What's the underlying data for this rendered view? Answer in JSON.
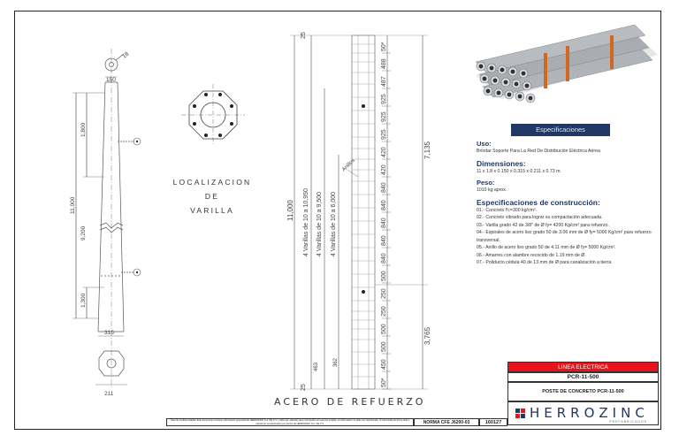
{
  "drawing": {
    "localizacion_lines": [
      "LOCALIZACION",
      "DE",
      "VARILLA"
    ],
    "acero_title": "ACERO DE REFUERZO",
    "pole_dims": {
      "hole_dim": "18",
      "top_width": "150",
      "seg_top": "1,800",
      "total_length": "11,000",
      "seg_mid": "9,200",
      "seg_bottom": "1,300",
      "base_width": "315",
      "bottom_width": "211"
    },
    "rebar": {
      "total_length": "11,000",
      "bars": [
        "4 Varillas de 10 a 10,950",
        "4 Varillas de 10 a 9,500",
        "4 Varillas de 10 a 6,000"
      ],
      "anillos_label": "Anillos",
      "top_offset": "25",
      "bottom_offset": "25",
      "low_dim_1": "463",
      "low_dim_2": "362",
      "right_spacings": [
        "50*",
        "488",
        "487",
        "925",
        "925",
        "925",
        "420",
        "420",
        "840",
        "840",
        "840",
        "840",
        "840",
        "500",
        "250",
        "250",
        "500",
        "500",
        "450",
        "50*"
      ],
      "right_dim_upper": "7,135",
      "right_dim_lower": "3,765"
    }
  },
  "spec": {
    "banner": "Especificaciones",
    "uso_title": "Uso:",
    "uso_text": "Brindar Soporte Para La Red De Distribución Eléctrica Aérea",
    "dim_title": "Dimensiones:",
    "dim_text": "11 x 1.8 x 0.150 x 0.315 x 0.211 x 0.73 m.",
    "peso_title": "Peso:",
    "peso_text": "1010 kg aprox.",
    "const_title": "Especificaciones de construcción:",
    "items": [
      "01.- Concreto f'c=300 kg/cm².",
      "02.- Concreto vibrado para lograr su compactación adecuada.",
      "03.- Varilla grado 42 de 3/8\" de Ø fy= 4200 Kg/cm² para refuerzo.",
      "04.- Espirales de acero liso grado 50 de 3.06 mm de Ø fy= 5000 Kg/cm² para refuerzo transversal.",
      "05.- Anillo de acero liso grado 50 de 4.11 mm de Ø fy= 5000 Kg/cm².",
      "06.- Amarres con alambre recocido de 1.19 mm de Ø.",
      "07.- Poliducto cédula 40 de 13 mm de Ø para canalización a tierra."
    ]
  },
  "title_block": {
    "category": "LINEA ELECTRICA",
    "code": "PCR-11-500",
    "name": "POSTE DE CONCRETO PCR-11-500",
    "brand": "HERROZINC",
    "brand_sub": "PREFABRICADOS",
    "norma": "NORMA CFE J6200-03",
    "number": "160127",
    "note": "Nota de confidencialidad: Este documento contiene información propiedad de HERROZINC S.A. DE C.V. y debe ser utilizado para el propósito con que fue emitido. La información no debe ser reproducida, ni transmitida de forma total o parcial sin la autorización por escrito de HERROZINC S.A. DE C.V."
  },
  "colors": {
    "accent_red": "#e8141b",
    "navy": "#1f3864"
  }
}
